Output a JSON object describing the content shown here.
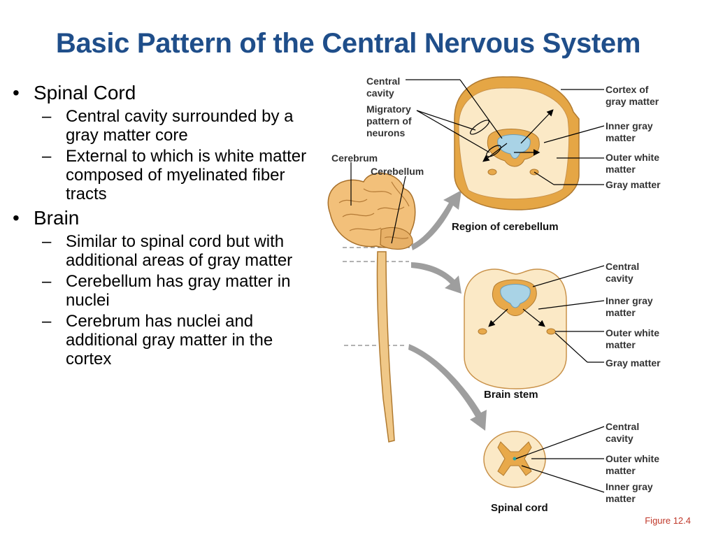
{
  "slide": {
    "title": "Basic Pattern of the Central Nervous System",
    "bullets": [
      {
        "text": "Spinal Cord",
        "subs": [
          "Central cavity surrounded by a gray matter core",
          "External to which is white matter composed of myelinated fiber tracts"
        ]
      },
      {
        "text": "Brain",
        "subs": [
          "Similar to spinal cord but with additional areas of gray matter",
          "Cerebellum has gray matter in nuclei",
          "Cerebrum has nuclei and additional gray matter in the cortex"
        ]
      }
    ],
    "bullet_mark": "•",
    "sub_mark": "–",
    "figure_ref": "Figure 12.4"
  },
  "figure": {
    "left_labels": {
      "central_cavity": "Central\ncavity",
      "migratory": "Migratory\npattern of\nneurons",
      "cerebrum": "Cerebrum",
      "cerebellum": "Cerebellum"
    },
    "cerebellum_labels": {
      "cortex": "Cortex of\ngray matter",
      "inner_gray": "Inner gray\nmatter",
      "outer_white": "Outer white\nmatter",
      "gray": "Gray matter"
    },
    "brainstem_labels": {
      "central_cavity": "Central\ncavity",
      "inner_gray": "Inner gray\nmatter",
      "outer_white": "Outer white\nmatter",
      "gray": "Gray matter"
    },
    "spinal_labels": {
      "central_cavity": "Central\ncavity",
      "outer_white": "Outer white\nmatter",
      "inner_gray": "Inner gray\nmatter"
    },
    "captions": {
      "cerebellum": "Region of cerebellum",
      "brainstem": "Brain stem",
      "spinal": "Spinal cord"
    },
    "colors": {
      "gray_matter": "#e8a94a",
      "white_matter": "#fbe9c6",
      "cavity": "#a9d3e6",
      "arrow": "#9e9e9e"
    }
  }
}
